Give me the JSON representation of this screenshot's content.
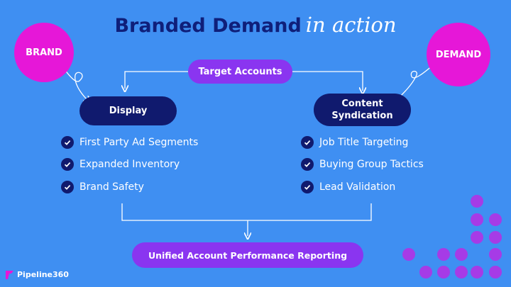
{
  "title": {
    "main": "Branded Demand",
    "accent": "in action"
  },
  "brand_circle": "BRAND",
  "demand_circle": "DEMAND",
  "target_accounts": "Target Accounts",
  "display_label": "Display",
  "content_syndication_line1": "Content",
  "content_syndication_line2": "Syndication",
  "display_items": [
    "First Party Ad Segments",
    "Expanded Inventory",
    "Brand Safety"
  ],
  "syndication_items": [
    "Job Title Targeting",
    "Buying Group Tactics",
    "Lead Validation"
  ],
  "reporting": "Unified Account Performance Reporting",
  "logo": {
    "name": "Pipeline360"
  },
  "colors": {
    "background": "#3f8ff2",
    "magenta": "#e617d8",
    "purple": "#8a35f0",
    "navy": "#101a6e",
    "dots": "#a63be6"
  },
  "icons": [
    "check-icon",
    "arrow-icon",
    "logo-mark-icon"
  ]
}
